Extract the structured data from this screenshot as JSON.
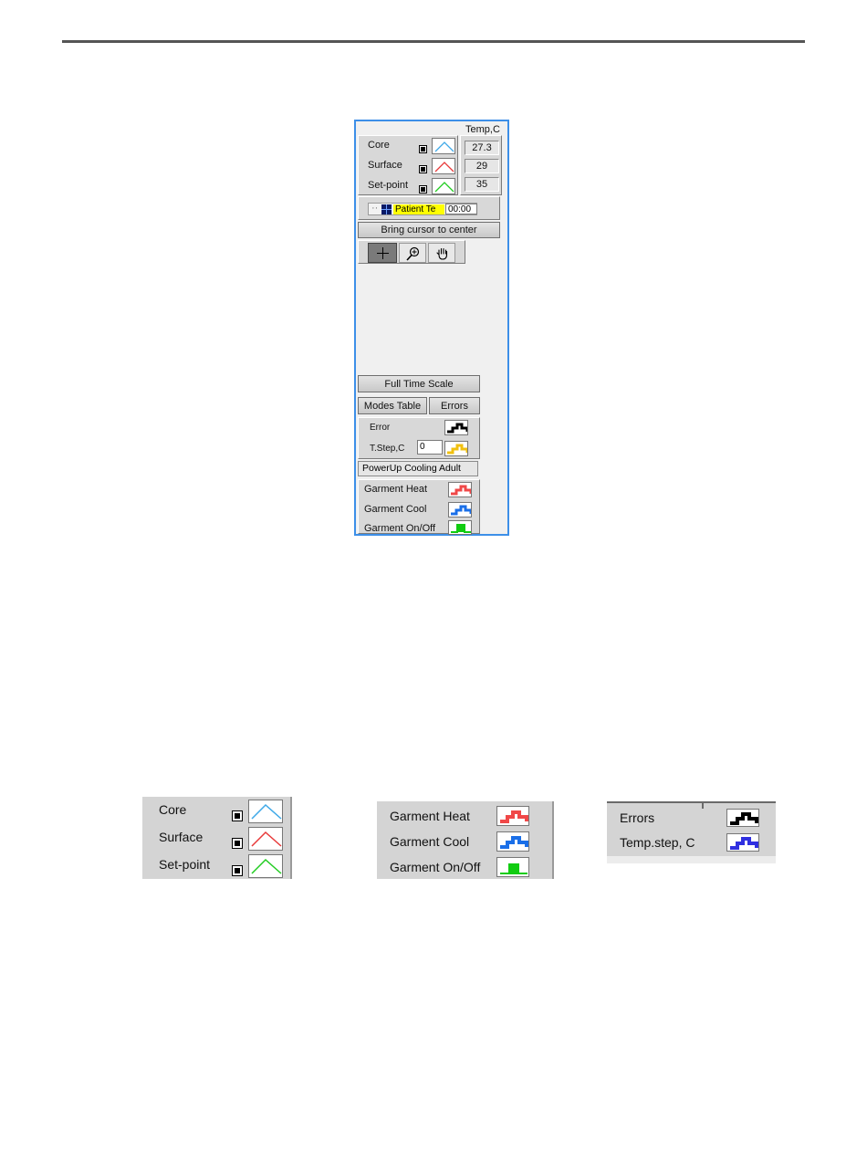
{
  "panel": {
    "temp_header": "Temp,C",
    "plots": [
      {
        "label": "Core",
        "value": "27.3",
        "color": "#3fa9e8",
        "checked": true
      },
      {
        "label": "Surface",
        "value": "29",
        "color": "#e83a3a",
        "checked": true
      },
      {
        "label": "Set-point",
        "value": "35",
        "color": "#22cc22",
        "checked": true
      }
    ],
    "cursor_name": "Patient Te",
    "cursor_time": "00:00",
    "center_button": "Bring cursor to center",
    "tools": [
      "crosshair-tool-icon",
      "zoom-tool-icon",
      "pan-hand-tool-icon"
    ],
    "full_time_scale": "Full Time Scale",
    "modes_table": "Modes Table",
    "errors_button": "Errors",
    "error_label": "Error",
    "tstep_label": "T.Step,C",
    "tstep_value": "0",
    "mode_label": "PowerUp Cooling Adult",
    "garment": [
      {
        "label": "Garment Heat",
        "color": "#f04848"
      },
      {
        "label": "Garment Cool",
        "color": "#1a6fe8"
      },
      {
        "label": "Garment On/Off",
        "color": "#11cc11"
      }
    ],
    "error_color": "#000000",
    "tstep_color": "#f0c010"
  },
  "legends": {
    "temp": [
      {
        "label": "Core",
        "color": "#3fa9e8"
      },
      {
        "label": "Surface",
        "color": "#e83a3a"
      },
      {
        "label": "Set-point",
        "color": "#22cc22"
      }
    ],
    "garment": [
      {
        "label": "Garment Heat",
        "color": "#f04848"
      },
      {
        "label": "Garment Cool",
        "color": "#1a6fe8"
      },
      {
        "label": "Garment On/Off",
        "color": "#11cc11"
      }
    ],
    "errors": [
      {
        "label": "Errors",
        "color": "#000000"
      },
      {
        "label": "Temp.step, C",
        "color": "#3030e0"
      }
    ]
  }
}
